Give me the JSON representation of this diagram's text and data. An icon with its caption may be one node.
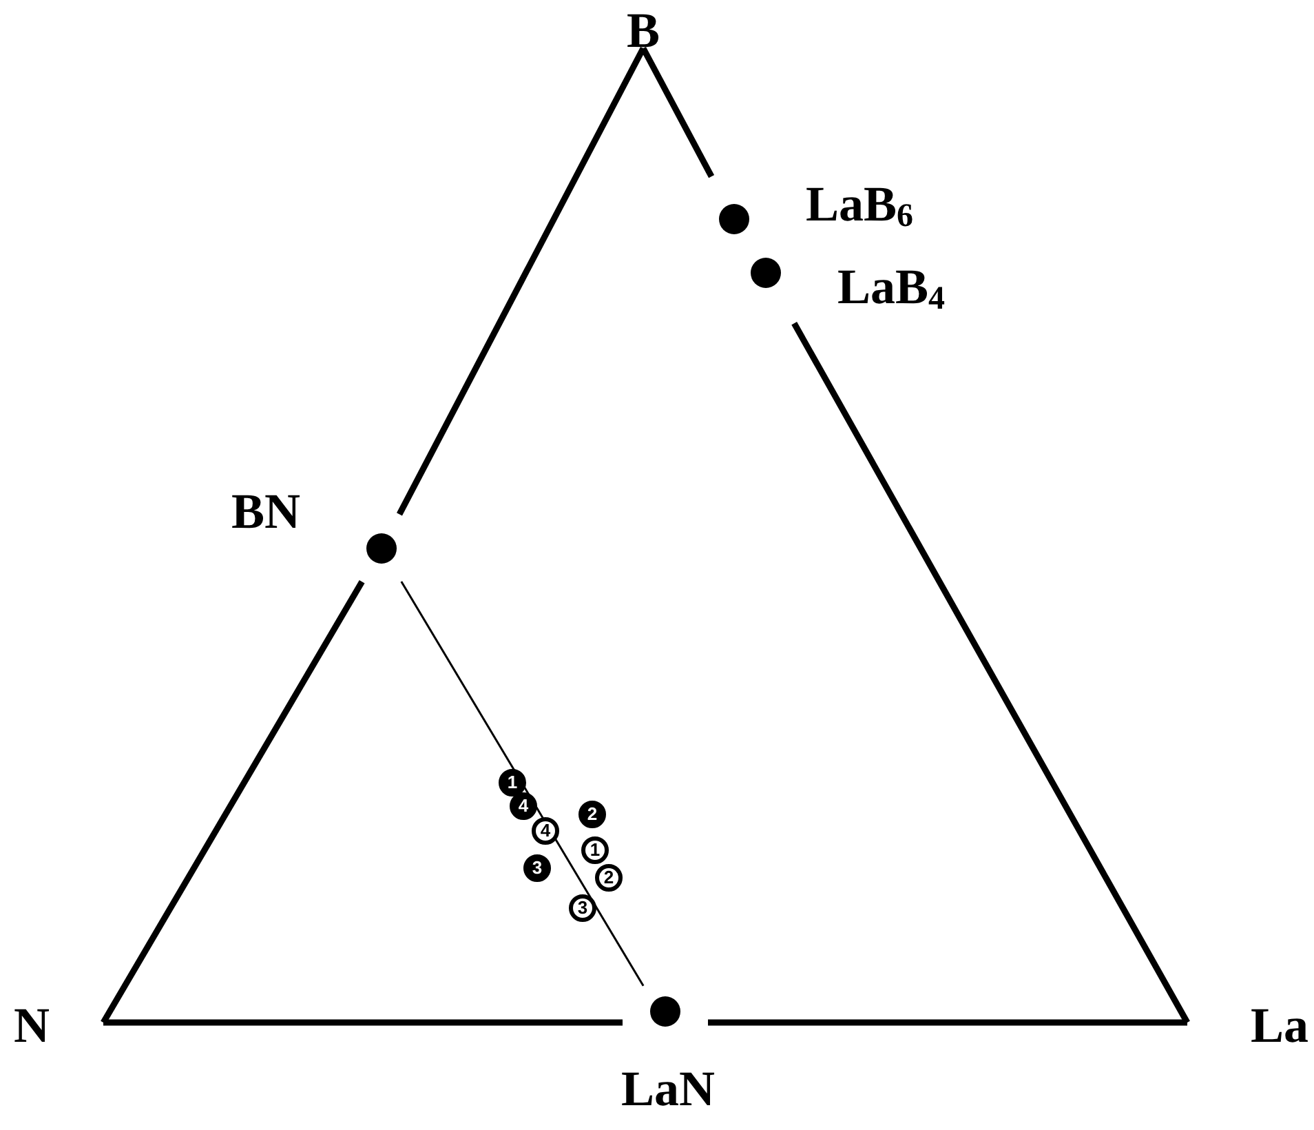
{
  "diagram": {
    "nodes": [
      {
        "text": [
          "B"
        ]
      },
      {
        "text": [
          "N"
        ]
      },
      {
        "text": [
          "La"
        ]
      },
      {
        "text": [
          "BN"
        ]
      },
      {
        "text": [
          "LaN"
        ]
      },
      {
        "text": [
          "LaB$_{6}$"
        ]
      },
      {
        "text": [
          "LaB$_{4}$"
        ]
      }
    ],
    "edges": [
      {
        "from": 0,
        "to": 5,
        "arrow": "none"
      },
      {
        "from": 6,
        "to": 2,
        "arrow": "none"
      },
      {
        "from": 0,
        "to": 3,
        "arrow": "none"
      },
      {
        "from": 3,
        "to": 1,
        "arrow": "none"
      },
      {
        "from": 1,
        "to": 4,
        "arrow": "none"
      },
      {
        "from": 4,
        "to": 2,
        "arrow": "none"
      },
      {
        "from": 3,
        "to": 4,
        "arrow": "none"
      }
    ],
    "labels": [
      "1",
      "4",
      "2",
      "4",
      "1",
      "3",
      "2",
      "3"
    ]
  }
}
